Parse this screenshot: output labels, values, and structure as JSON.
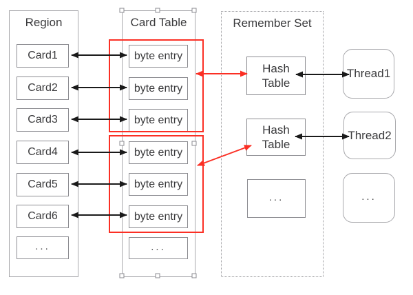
{
  "colors": {
    "box_border": "#8b8b90",
    "container_border": "#a7a7ab",
    "highlight_red": "#fb2f24",
    "arrow_black": "#1a1a1a",
    "text": "#3a3a3c",
    "handle_fill": "#ffffff"
  },
  "region": {
    "title": "Region",
    "cards": [
      "Card1",
      "Card2",
      "Card3",
      "Card4",
      "Card5",
      "Card6",
      "..."
    ]
  },
  "card_table": {
    "title": "Card Table",
    "entries": [
      "byte entry",
      "byte entry",
      "byte entry",
      "byte entry",
      "byte entry",
      "byte entry",
      "..."
    ]
  },
  "remember_set": {
    "title": "Remember Set",
    "hash_table_1": "Hash\nTable",
    "hash_table_2": "Hash\nTable",
    "more": "..."
  },
  "threads": {
    "thread_1": "Thread1",
    "thread_2": "Thread2",
    "more": "..."
  }
}
